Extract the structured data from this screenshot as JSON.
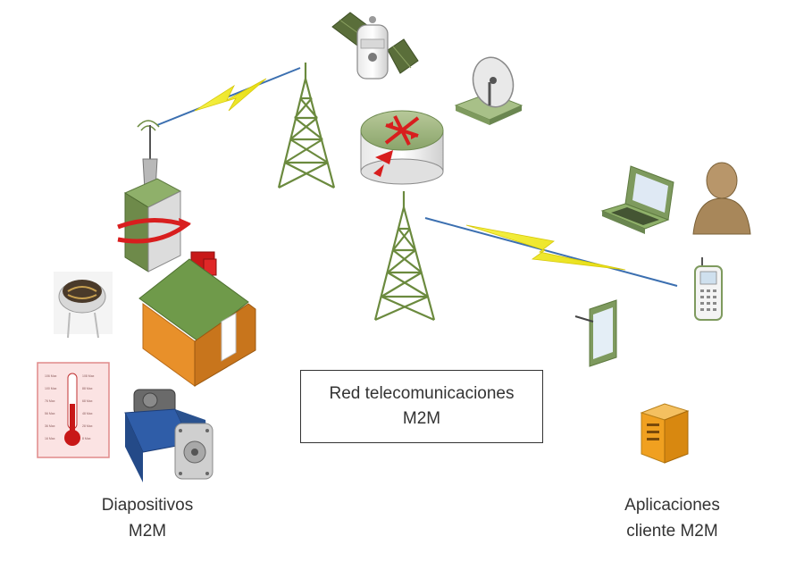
{
  "network_label": {
    "line1": "Red telecomunicaciones",
    "line2": "M2M"
  },
  "devices_label": {
    "line1": "Diapositivos",
    "line2": "M2M"
  },
  "apps_label": {
    "line1": "Aplicaciones",
    "line2": "cliente M2M"
  },
  "thermometer_scale": {
    "left": [
      "106 Max",
      "100 Max",
      "76 Max",
      "56 Max",
      "36 Max",
      "16 Max"
    ],
    "right": [
      "108 Max",
      "88 Max",
      "68 Max",
      "48 Max",
      "28 Max",
      "8 Max"
    ]
  },
  "colors": {
    "tower_green": "#6b8a3e",
    "roof_green": "#6f9a4a",
    "house_orange": "#e8902a",
    "alarm_red": "#d81e1e",
    "lightning_yellow": "#f2ee1a",
    "link_blue": "#3b6fb0",
    "server_orange": "#f0a020",
    "person_tan": "#a8875a",
    "motor_blue": "#2f5da8"
  }
}
